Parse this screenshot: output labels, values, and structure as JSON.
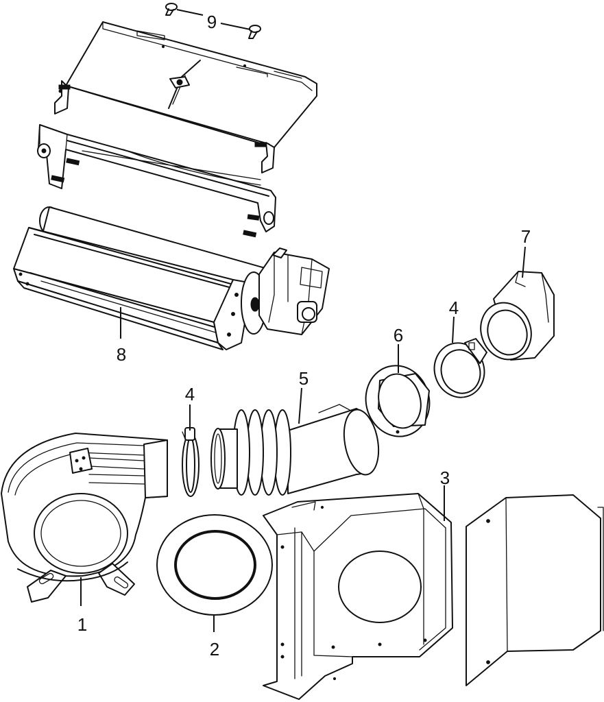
{
  "diagram": {
    "callouts": [
      {
        "id": "1",
        "label": "1"
      },
      {
        "id": "2",
        "label": "2"
      },
      {
        "id": "3",
        "label": "3"
      },
      {
        "id": "4a",
        "label": "4"
      },
      {
        "id": "4b",
        "label": "4"
      },
      {
        "id": "5",
        "label": "5"
      },
      {
        "id": "6",
        "label": "6"
      },
      {
        "id": "7",
        "label": "7"
      },
      {
        "id": "8",
        "label": "8"
      },
      {
        "id": "9",
        "label": "9"
      }
    ]
  }
}
